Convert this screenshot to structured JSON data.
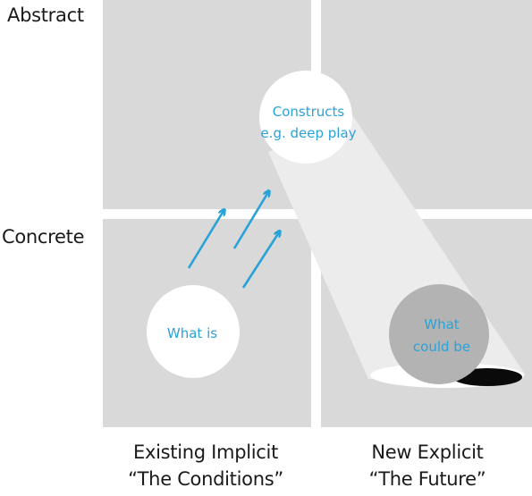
{
  "rows": {
    "top": "Abstract",
    "bottom": "Concrete"
  },
  "columns": {
    "left": {
      "line1": "Existing Implicit",
      "line2": "“The Conditions”"
    },
    "right": {
      "line1": "New Explicit",
      "line2": "“The Future”"
    }
  },
  "nodes": {
    "constructs": {
      "line1": "Constructs",
      "line2": "e.g. deep play"
    },
    "what_is": "What is",
    "what_could_be": {
      "line1": "What",
      "line2": "could be"
    }
  },
  "colors": {
    "quadrant": "#d9d9da",
    "text_accent": "#29a2d8",
    "arrow": "#29a2d8",
    "beam": "#ececec",
    "circle_light": "#ffffff",
    "circle_dark": "#b3b3b3",
    "hole": "#0a0a0a"
  }
}
